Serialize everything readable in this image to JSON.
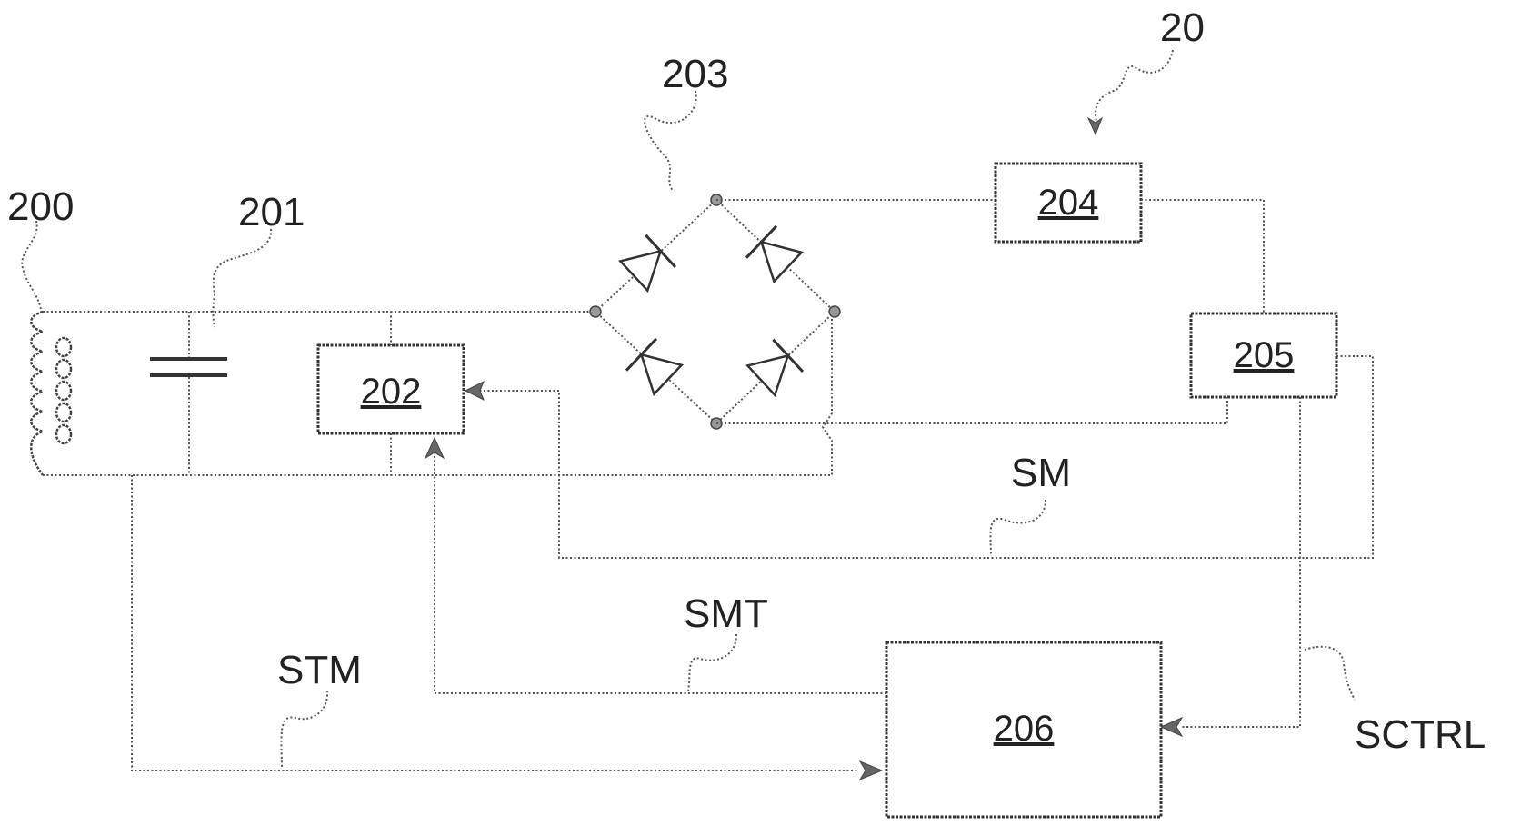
{
  "labels": {
    "ref_200": "200",
    "ref_201": "201",
    "ref_203": "203",
    "ref_20": "20",
    "box_202": "202",
    "box_204": "204",
    "box_205": "205",
    "box_206": "206",
    "sig_sm": "SM",
    "sig_smt": "SMT",
    "sig_stm": "STM",
    "sig_sctrl": "SCTRL"
  }
}
